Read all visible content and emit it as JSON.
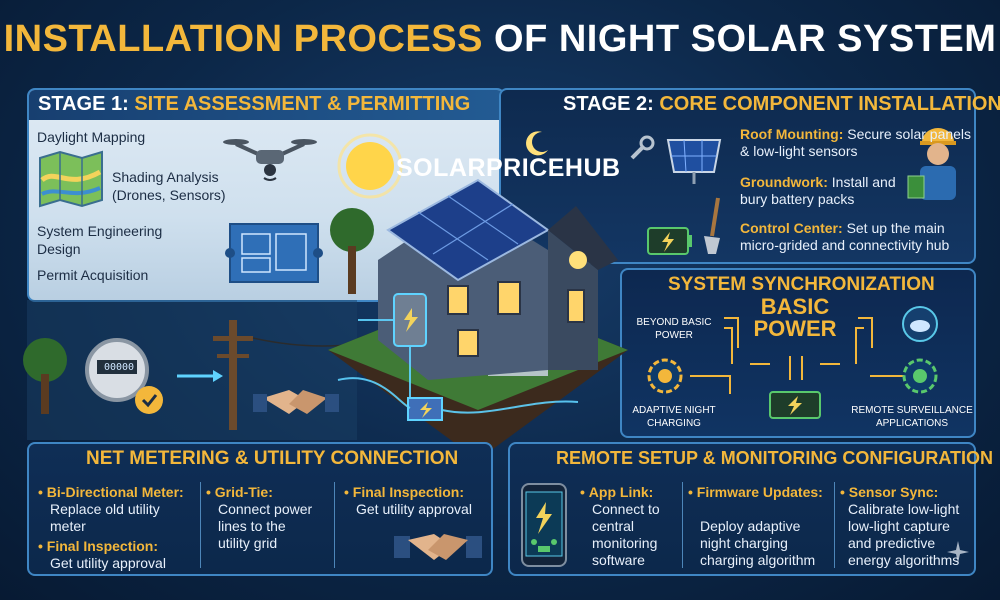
{
  "title": {
    "part1": "INSTALLATION PROCESS",
    "part2": "OF NIGHT SOLAR SYSTEM"
  },
  "watermark": "SOLARPRICEHUB",
  "stage1": {
    "label": "STAGE 1:",
    "title": "SITE ASSESSMENT & PERMITTING",
    "items": [
      "Daylight Mapping",
      "Shading Analysis",
      "(Drones, Sensors)",
      "System Engineering",
      "Design",
      "Permit Acquisition"
    ]
  },
  "stage2": {
    "label": "STAGE 2:",
    "title": "CORE COMPONENT INSTALLATION",
    "roof_label": "Roof Mounting:",
    "roof_text1": "Secure solar panels",
    "roof_text2": "& low-light sensors",
    "ground_label": "Groundwork:",
    "ground_text1": "Install and",
    "ground_text2": "bury battery packs",
    "control_label": "Control Center:",
    "control_text1": "Set up the main",
    "control_text2": "micro-grided and connectivity hub"
  },
  "sync": {
    "title": "SYSTEM SYNCHRONIZATION",
    "center1": "BASIC",
    "center2": "POWER",
    "beyond1": "BEYOND BASIC",
    "beyond2": "POWER",
    "adaptive1": "ADAPTIVE NIGHT",
    "adaptive2": "CHARGING",
    "remote1": "REMOTE SURVEILLANCE",
    "remote2": "APPLICATIONS"
  },
  "net": {
    "title": "NET METERING & UTILITY CONNECTION",
    "bidir_label": "Bi-Directional Meter:",
    "bidir_text1": "Replace old utility",
    "bidir_text2": "meter",
    "final_label": "Final Inspection:",
    "final_text": "Get utility approval",
    "grid_label": "Grid-Tie:",
    "grid_text1": "Connect power",
    "grid_text2": "lines to the",
    "grid_text3": "utility grid",
    "final2_label": "Final Inspection:",
    "final2_text": "Get utility approval"
  },
  "remote": {
    "title": "REMOTE SETUP & MONITORING CONFIGURATION",
    "app_label": "App Link:",
    "app_text1": "Connect to",
    "app_text2": "central",
    "app_text3": "monitoring",
    "app_text4": "software",
    "fw_label": "Firmware Updates:",
    "fw_text1": "Deploy adaptive",
    "fw_text2": "night charging",
    "fw_text3": "charging algorithm",
    "sensor_label": "Sensor Sync:",
    "sensor_text1": "Calibrate low-light",
    "sensor_text2": "low-light capture",
    "sensor_text3": "and predictive",
    "sensor_text4": "energy algorithms"
  },
  "meter_display": "00000",
  "colors": {
    "accent": "#f3b73b",
    "navy": "#0c2748",
    "border": "#3f86c4",
    "glow": "#5fd3ff"
  }
}
